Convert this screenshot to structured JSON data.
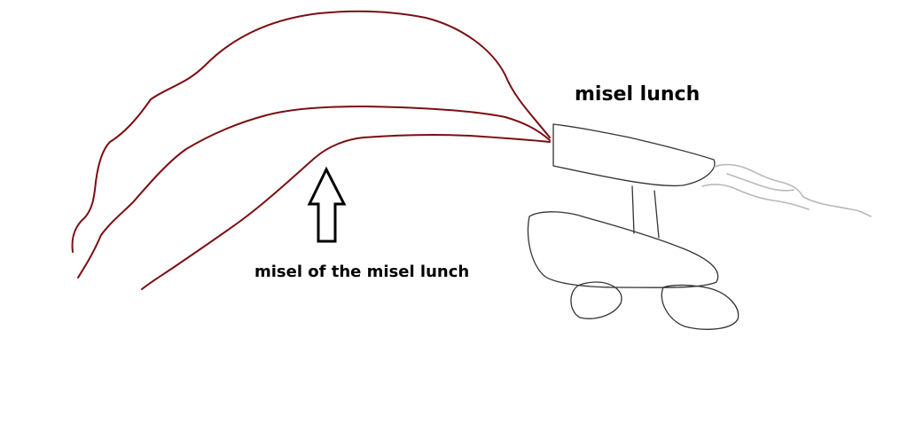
{
  "labels": {
    "launcher_name": "misel lunch",
    "missile_caption": "misel of the misel lunch"
  },
  "colors": {
    "background": "#ffffff",
    "trajectory": "#7a0f12",
    "outline": "#333333",
    "exhaust": "#b8b8b8",
    "arrow": "#000000",
    "text": "#000000"
  },
  "icons": {
    "launcher": "missile-launcher-sketch",
    "pointer": "up-arrow-icon",
    "smoke": "exhaust-smoke-sketch"
  }
}
